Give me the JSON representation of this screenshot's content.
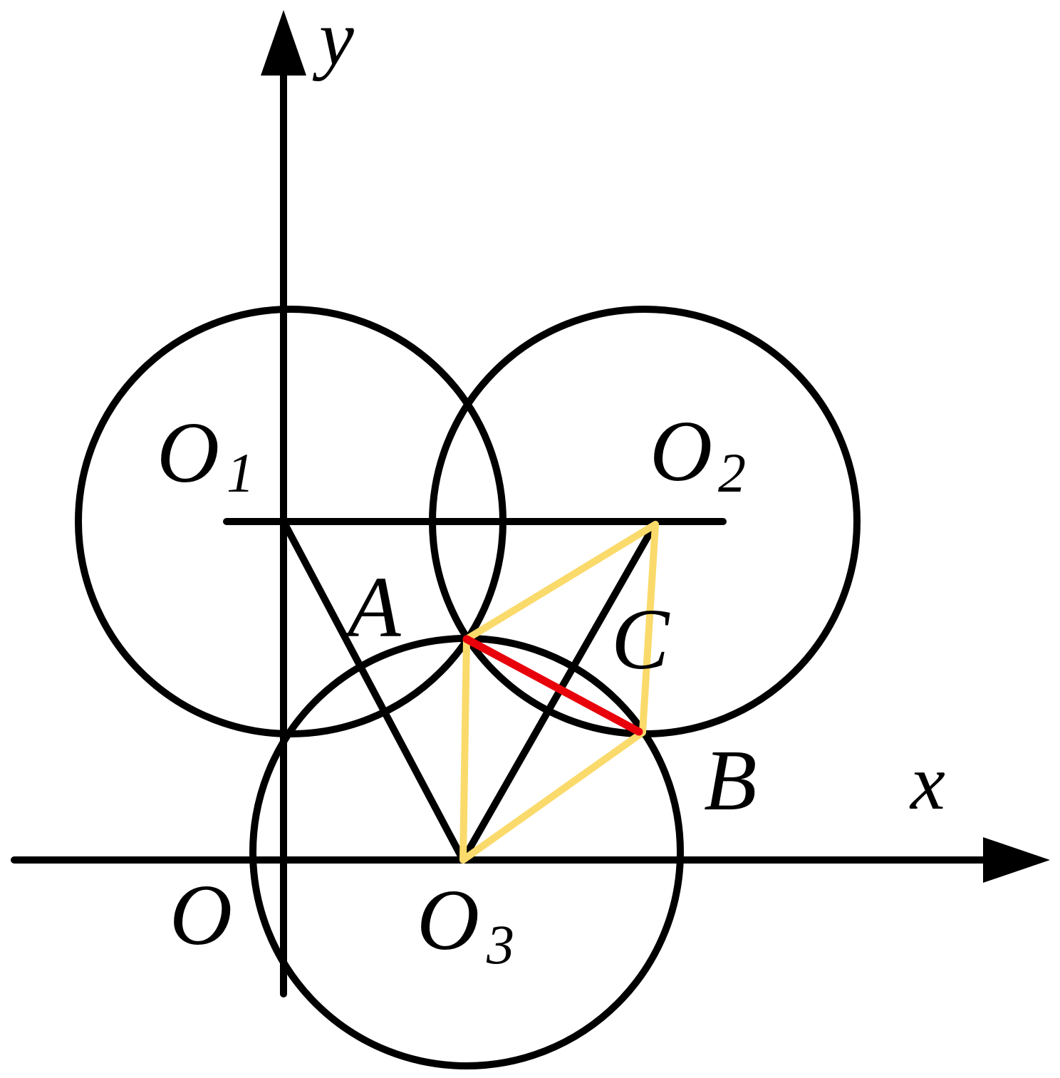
{
  "labels": {
    "y_axis": "y",
    "x_axis": "x",
    "origin": "O",
    "o1": "O",
    "o1_sub": "1",
    "o2": "O",
    "o2_sub": "2",
    "o3": "O",
    "o3_sub": "3",
    "a": "A",
    "b": "B",
    "c": "C"
  },
  "colors": {
    "stroke": "#000000",
    "highlight_quad": "#FADA6A",
    "highlight_chord": "#E8000B"
  }
}
